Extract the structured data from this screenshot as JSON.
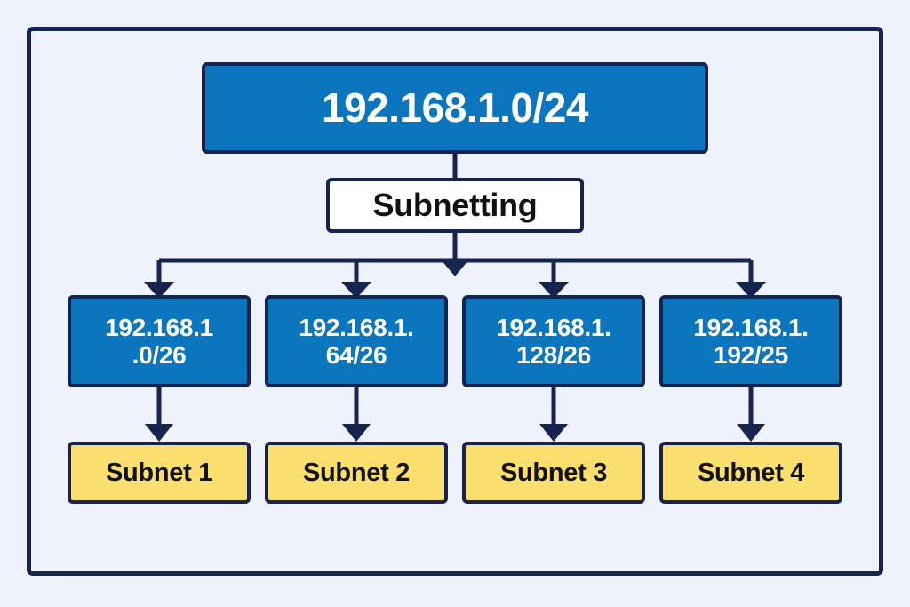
{
  "diagram": {
    "title_text": "192.168.1.0/24",
    "process_label": "Subnetting",
    "colors": {
      "background": "#eef2fa",
      "frame": "#17244f",
      "network_fill": "#0b76bd",
      "network_text": "#ffffff",
      "process_fill": "#ffffff",
      "process_text": "#111111",
      "leaf_fill": "#fadf6f",
      "leaf_text": "#111111",
      "connector": "#17244f"
    },
    "root": {
      "label": "192.168.1.0/24",
      "cidr": "192.168.1.0/24"
    },
    "process": {
      "label": "Subnetting"
    },
    "subnets": [
      {
        "line1": "192.168.1",
        "line2": ".0/26",
        "cidr": "192.168.1.0/26",
        "leaf_label": "Subnet 1"
      },
      {
        "line1": "192.168.1.",
        "line2": "64/26",
        "cidr": "192.168.1.64/26",
        "leaf_label": "Subnet 2"
      },
      {
        "line1": "192.168.1.",
        "line2": "128/26",
        "cidr": "192.168.1.128/26",
        "leaf_label": "Subnet 3"
      },
      {
        "line1": "192.168.1.",
        "line2": "192/25",
        "cidr": "192.168.1.192/25",
        "leaf_label": "Subnet 4"
      }
    ]
  }
}
